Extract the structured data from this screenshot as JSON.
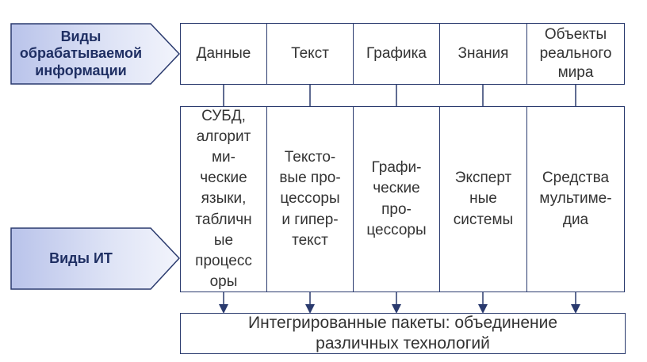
{
  "labels": {
    "info_types": [
      "Виды",
      "обрабатываемой",
      "информации"
    ],
    "it_types": "Виды ИТ"
  },
  "top_row": [
    {
      "lines": [
        "Данные"
      ]
    },
    {
      "lines": [
        "Текст"
      ]
    },
    {
      "lines": [
        "Графика"
      ]
    },
    {
      "lines": [
        "Знания"
      ]
    },
    {
      "lines": [
        "Объекты",
        "реального",
        "мира"
      ]
    }
  ],
  "middle_row": [
    {
      "lines": [
        "СУБД,",
        "алгорит",
        "ми-",
        "ческие",
        "языки,",
        "табличн",
        "ые",
        "процесс",
        "оры"
      ]
    },
    {
      "lines": [
        "Тексто-",
        "вые про-",
        "цессоры",
        "и гипер-",
        "текст"
      ]
    },
    {
      "lines": [
        "Графи-",
        "ческие",
        "про-",
        "цессоры"
      ]
    },
    {
      "lines": [
        "Эксперт",
        "ные",
        "системы"
      ]
    },
    {
      "lines": [
        "Средства",
        "мультиме-",
        "диа"
      ]
    }
  ],
  "bottom": {
    "lines": [
      "Интегрированные пакеты: объединение",
      "различных технологий"
    ]
  },
  "colors": {
    "border": "#2a3a6e",
    "label_fill_light": "#eef1fb",
    "label_fill_dark": "#bcc6ec",
    "label_text": "#1f2f63",
    "text": "#333333"
  }
}
